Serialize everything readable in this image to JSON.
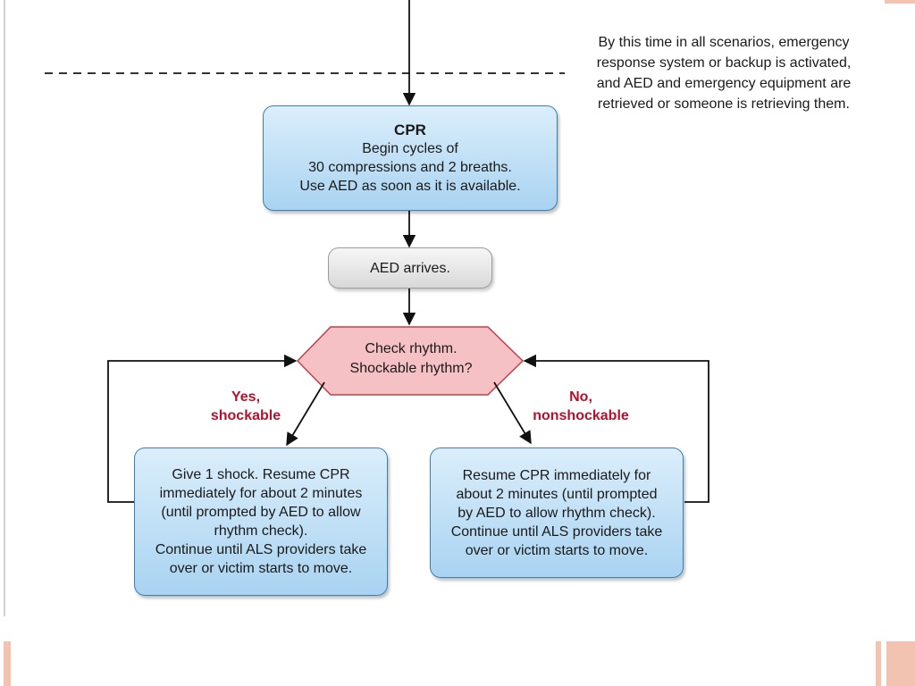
{
  "note": {
    "lines": [
      "By this time in all scenarios, emergency",
      "response system or backup is activated,",
      "and AED and emergency equipment are",
      "retrieved or someone is retrieving them."
    ]
  },
  "cpr_box": {
    "title": "CPR",
    "lines": [
      "Begin cycles of",
      "30 compressions and 2 breaths.",
      "Use AED as soon as it is available."
    ]
  },
  "aed_box": {
    "label": "AED arrives."
  },
  "decision": {
    "lines": [
      "Check rhythm.",
      "Shockable rhythm?"
    ]
  },
  "yes_label": {
    "lines": [
      "Yes,",
      "shockable"
    ]
  },
  "no_label": {
    "lines": [
      "No,",
      "nonshockable"
    ]
  },
  "shock_box": {
    "lines": [
      "Give 1 shock. Resume CPR",
      "immediately for about 2 minutes",
      "(until prompted by AED to allow",
      "rhythm check).",
      "Continue until ALS providers take",
      "over or victim starts to move."
    ]
  },
  "noshock_box": {
    "lines": [
      "Resume CPR immediately for",
      "about 2 minutes (until prompted",
      "by AED to allow rhythm check).",
      "Continue until ALS providers take",
      "over or victim starts to move."
    ]
  },
  "colors": {
    "box_blue_border": "#3a7fb8",
    "diamond_fill": "#f6c1c4",
    "diamond_border": "#c0404a",
    "label_red": "#b3122e",
    "decoration": "#f3c3b1"
  }
}
